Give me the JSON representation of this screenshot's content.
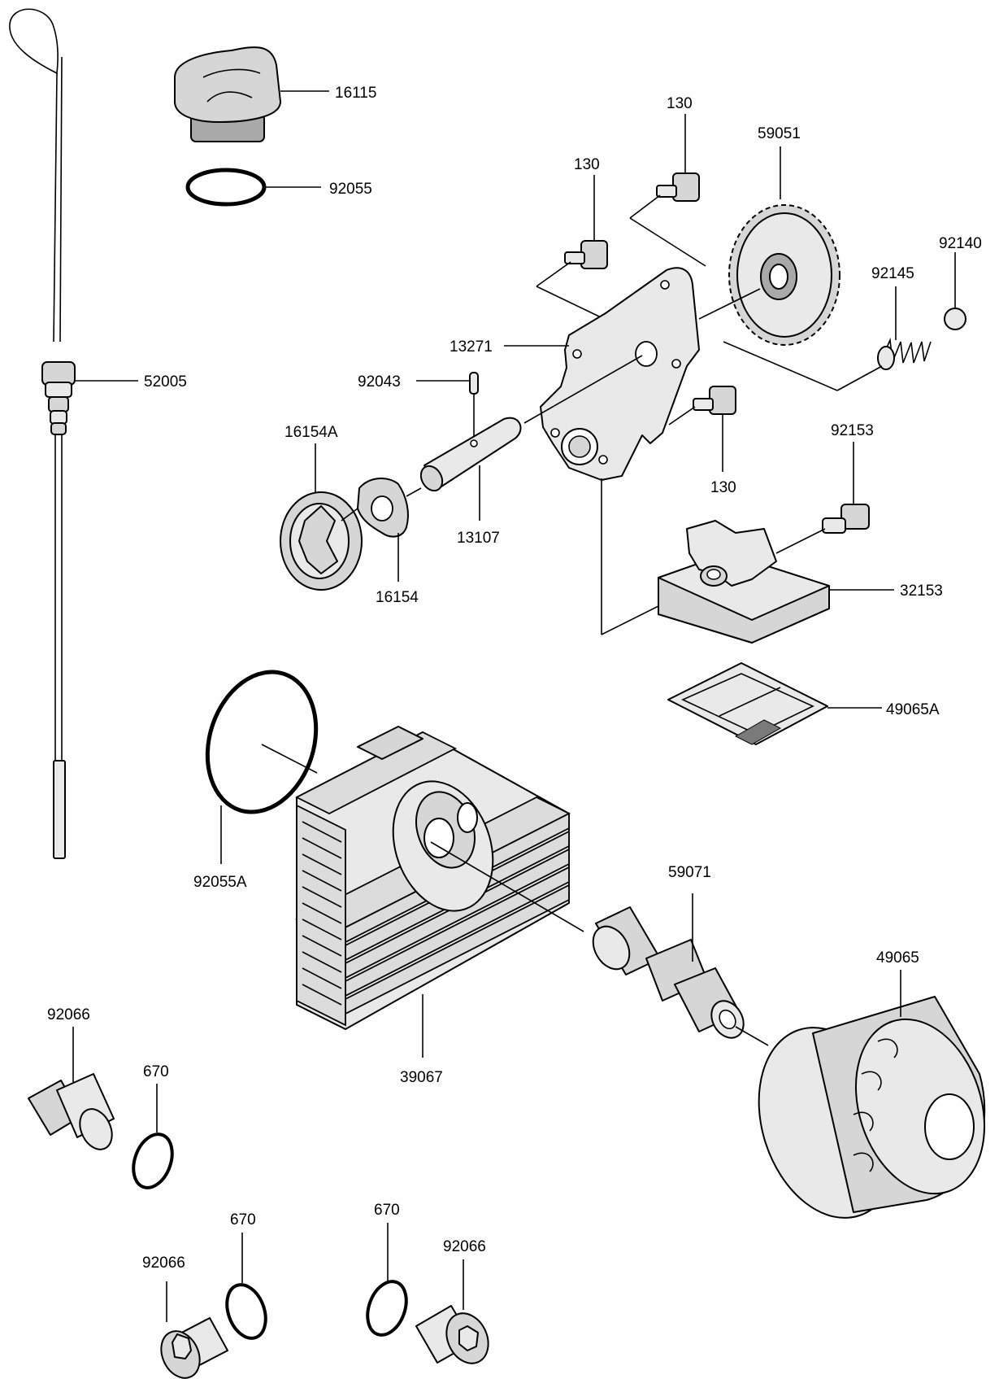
{
  "labels": {
    "p16115": "16115",
    "p92055": "92055",
    "p130_a": "130",
    "p130_b": "130",
    "p130_c": "130",
    "p59051": "59051",
    "p92140": "92140",
    "p92145": "92145",
    "p13271": "13271",
    "p92043": "92043",
    "p52005": "52005",
    "p16154A": "16154A",
    "p13107": "13107",
    "p16154": "16154",
    "p92153": "92153",
    "p32153": "32153",
    "p49065A": "49065A",
    "p92055A": "92055A",
    "p59071": "59071",
    "p49065": "49065",
    "p39067": "39067",
    "p92066_a": "92066",
    "p670_a": "670",
    "p670_b": "670",
    "p92066_b": "92066",
    "p670_c": "670",
    "p92066_c": "92066"
  },
  "colors": {
    "line": "#000000",
    "fill": "#d6d6d6",
    "background": "#ffffff"
  }
}
